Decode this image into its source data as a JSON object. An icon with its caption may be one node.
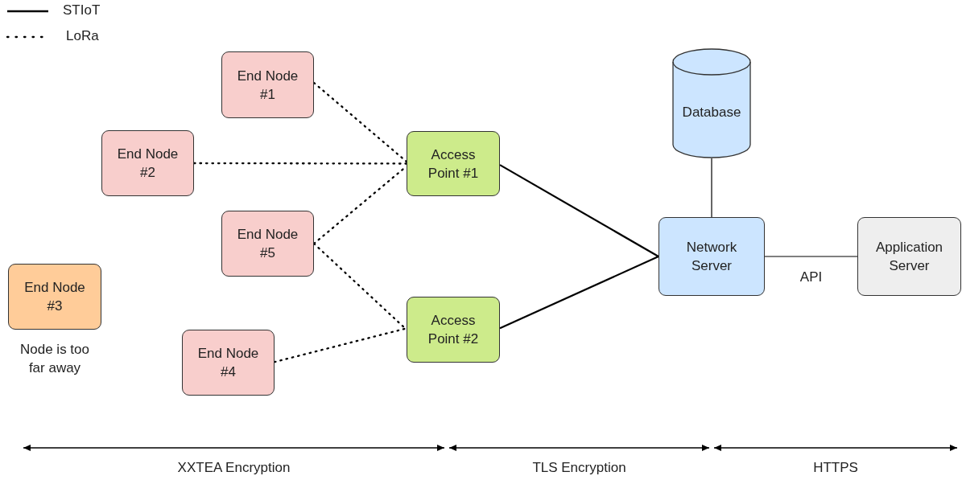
{
  "diagram": {
    "nodes": [
      {
        "text": [
          "End Node #1"
        ]
      },
      {
        "text": [
          "End Node #2"
        ]
      },
      {
        "text": [
          "End Node #5"
        ]
      },
      {
        "text": [
          "End Node #3"
        ],
        "beside": [
          "Node is too far away"
        ]
      },
      {
        "text": [
          "End Node #4"
        ]
      },
      {
        "text": [
          "Access Point #1"
        ]
      },
      {
        "text": [
          "Access Point #2"
        ]
      },
      {
        "text": [
          "Database"
        ]
      },
      {
        "text": [
          "Network Server"
        ]
      },
      {
        "text": [
          "Application Server"
        ]
      }
    ],
    "edges": [
      {
        "from": 0,
        "to": 5,
        "arrow": "none",
        "style": "dashed"
      },
      {
        "from": 1,
        "to": 5,
        "arrow": "none",
        "style": "dashed"
      },
      {
        "from": 2,
        "to": 5,
        "arrow": "none",
        "style": "dashed"
      },
      {
        "from": 2,
        "to": 6,
        "arrow": "none",
        "style": "dashed"
      },
      {
        "from": 4,
        "to": 6,
        "arrow": "none",
        "style": "dashed"
      },
      {
        "from": 5,
        "to": 8,
        "arrow": "none"
      },
      {
        "from": 6,
        "to": 8,
        "arrow": "none"
      },
      {
        "from": 8,
        "to": 7,
        "arrow": "none"
      },
      {
        "from": 8,
        "to": 9,
        "arrow": "none",
        "label": "API"
      }
    ],
    "labels": [
      "XXTEA Encryption",
      "TLS Encryption",
      "HTTPS"
    ],
    "legend": [
      {
        "text": "STIoT"
      },
      {
        "text": "LoRa"
      }
    ]
  }
}
